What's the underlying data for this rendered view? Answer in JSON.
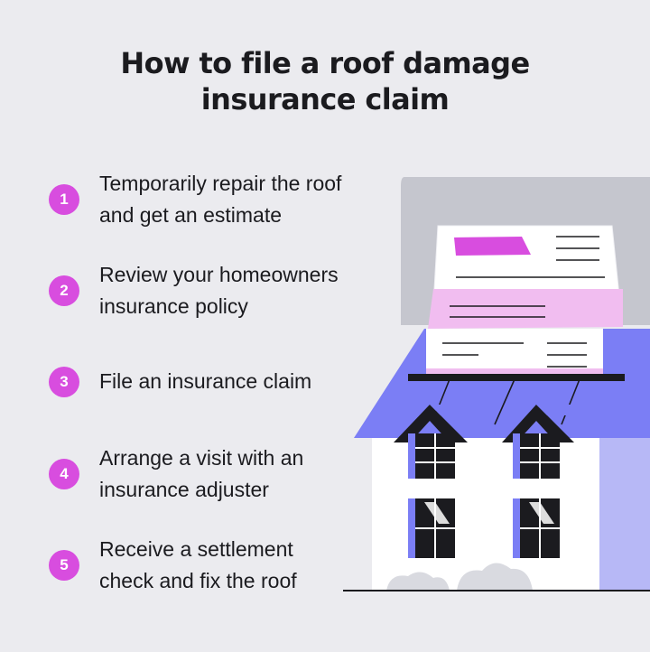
{
  "title": {
    "line1": "How to file a roof damage",
    "line2": "insurance claim"
  },
  "steps": [
    {
      "number": "1",
      "line1": "Temporarily repair the roof",
      "line2": "and get an estimate"
    },
    {
      "number": "2",
      "line1": "Review your homeowners",
      "line2": "insurance policy"
    },
    {
      "number": "3",
      "line1": "File an insurance claim",
      "line2": ""
    },
    {
      "number": "4",
      "line1": "Arrange a visit with an",
      "line2": "insurance adjuster"
    },
    {
      "number": "5",
      "line1": "Receive a settlement",
      "line2": "check and fix the roof"
    }
  ],
  "colors": {
    "background": "#ebebef",
    "badge": "#d84ddf",
    "roof": "#7b7ef5",
    "document_accent": "#f1bdf0",
    "wall_back": "#c5c6ce"
  },
  "illustration_icons": [
    "house-icon",
    "insurance-document-icon",
    "roof-icon",
    "window-icon"
  ]
}
